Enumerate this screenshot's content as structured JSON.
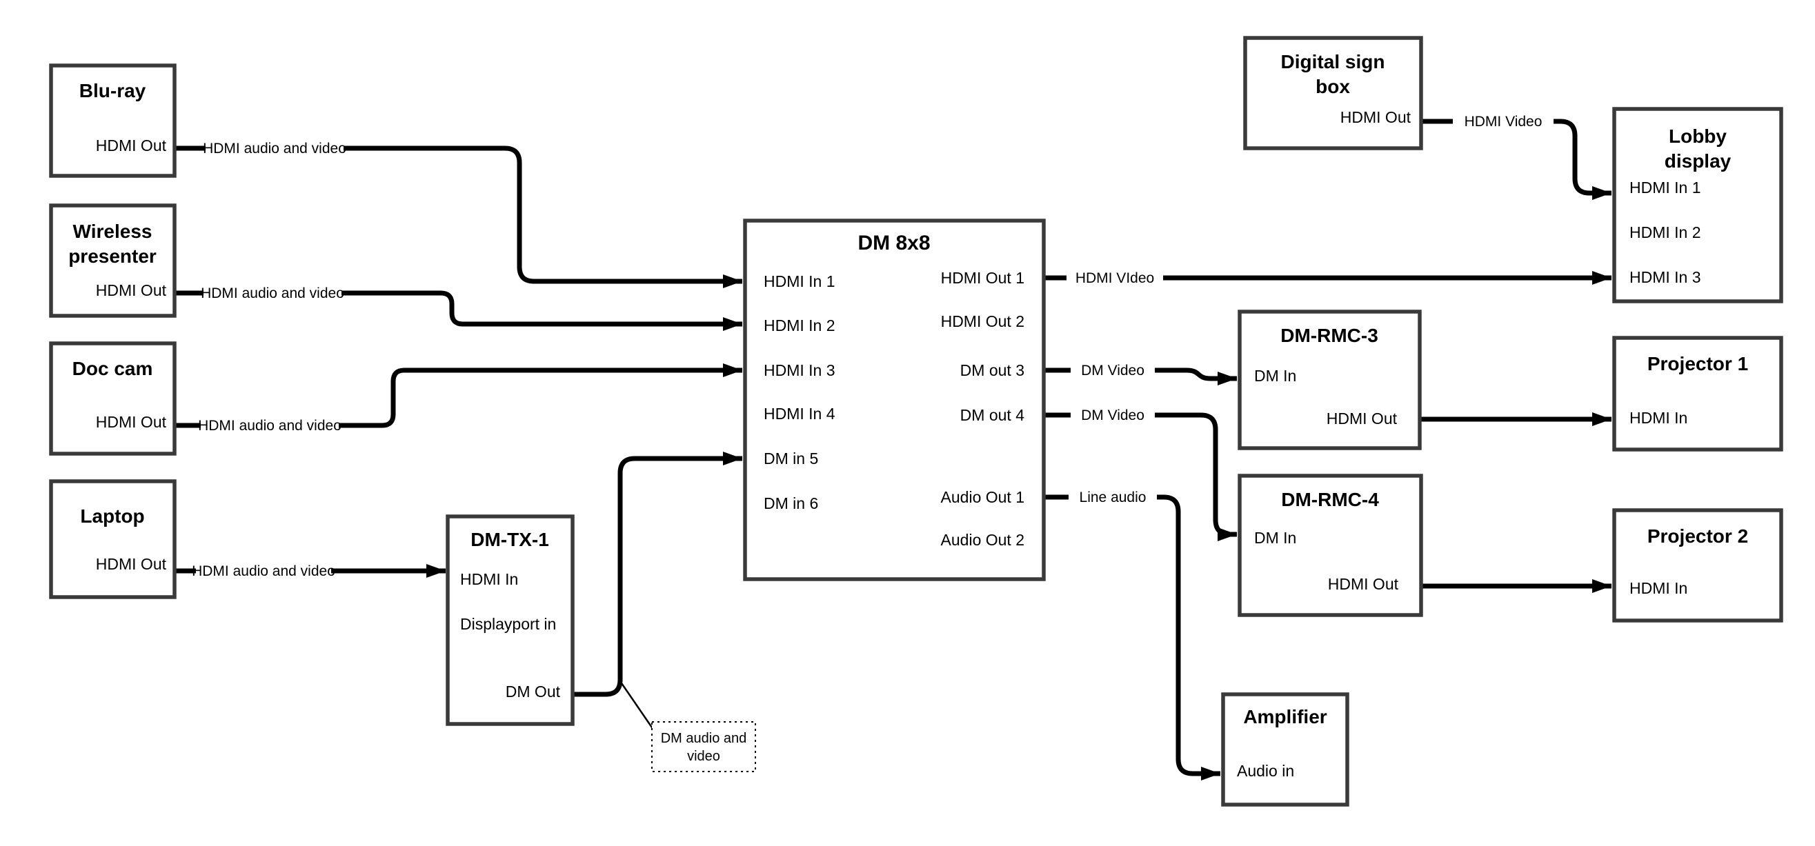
{
  "colors": {
    "background": "#ffffff",
    "connection_line": "#000000",
    "box_border": "#3a3a3a",
    "text": "#000000"
  },
  "nodes": {
    "blu_ray": {
      "title": "Blu-ray",
      "ports": {
        "hdmi_out": "HDMI Out"
      }
    },
    "wireless_presenter": {
      "title_line1": "Wireless",
      "title_line2": "presenter",
      "ports": {
        "hdmi_out": "HDMI Out"
      }
    },
    "doc_cam": {
      "title": "Doc cam",
      "ports": {
        "hdmi_out": "HDMI Out"
      }
    },
    "laptop": {
      "title": "Laptop",
      "ports": {
        "hdmi_out": "HDMI Out"
      }
    },
    "dm_tx_1": {
      "title": "DM-TX-1",
      "ports": {
        "hdmi_in": "HDMI In",
        "displayport_in": "Displayport in",
        "dm_out": "DM Out"
      }
    },
    "dm_8x8": {
      "title": "DM 8x8",
      "inputs": [
        "HDMI In 1",
        "HDMI In 2",
        "HDMI In 3",
        "HDMI In 4",
        "DM in 5",
        "DM in 6"
      ],
      "outputs": [
        "HDMI Out 1",
        "HDMI Out 2",
        "DM out 3",
        "DM out 4",
        "Audio Out 1",
        "Audio Out 2"
      ]
    },
    "digital_sign_box": {
      "title_line1": "Digital sign",
      "title_line2": "box",
      "ports": {
        "hdmi_out": "HDMI Out"
      }
    },
    "lobby_display": {
      "title_line1": "Lobby",
      "title_line2": "display",
      "ports": {
        "hdmi_in_1": "HDMI In 1",
        "hdmi_in_2": "HDMI In 2",
        "hdmi_in_3": "HDMI In 3"
      }
    },
    "dm_rmc_3": {
      "title": "DM-RMC-3",
      "ports": {
        "dm_in": "DM In",
        "hdmi_out": "HDMI Out"
      }
    },
    "projector_1": {
      "title": "Projector 1",
      "ports": {
        "hdmi_in": "HDMI In"
      }
    },
    "dm_rmc_4": {
      "title": "DM-RMC-4",
      "ports": {
        "dm_in": "DM In",
        "hdmi_out": "HDMI Out"
      }
    },
    "projector_2": {
      "title": "Projector 2",
      "ports": {
        "hdmi_in": "HDMI In"
      }
    },
    "amplifier": {
      "title": "Amplifier",
      "ports": {
        "audio_in": "Audio in"
      }
    }
  },
  "connections": {
    "blu_ray_to_dm8x8_in1": "HDMI audio and video",
    "wireless_to_dm8x8_in2": "HDMI audio and video",
    "doc_cam_to_dm8x8_in3": "HDMI audio and video",
    "laptop_to_dm_tx_1": "HDMI audio and video",
    "dm8x8_out1_to_lobby_in3": "HDMI VIdeo",
    "dm8x8_out3_to_rmc3": "DM Video",
    "dm8x8_out4_to_rmc4": "DM Video",
    "dm8x8_audio1_to_amplifier": "Line audio",
    "digital_sign_to_lobby_in1": "HDMI Video"
  },
  "note": {
    "line1": "DM audio and",
    "line2": "video"
  }
}
